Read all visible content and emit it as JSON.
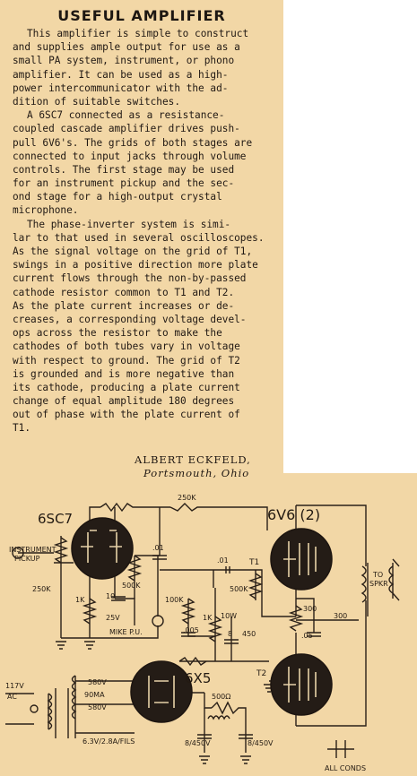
{
  "article": {
    "title": "USEFUL AMPLIFIER",
    "lines": [
      "This amplifier is simple to construct",
      "and supplies ample output for use as a",
      "small PA system, instrument, or phono",
      "amplifier. It can be used as a high-",
      "power intercommunicator with the ad-",
      "dition of suitable switches.",
      "A 6SC7 connected as a resistance-",
      "coupled cascade amplifier drives push-",
      "pull 6V6's. The grids of both stages are",
      "connected to input jacks through volume",
      "controls. The first stage may be used",
      "for an instrument pickup and the sec-",
      "ond stage for a high-output crystal",
      "microphone.",
      "The phase-inverter system is simi-",
      "lar to that used in several oscilloscopes.",
      "As the signal voltage on the grid of T1,",
      "swings in a positive direction more plate",
      "current flows through the non-by-passed",
      "cathode resistor common to T1 and T2.",
      "As the plate current increases or de-",
      "creases, a corresponding voltage devel-",
      "ops across the resistor to make the",
      "cathodes of both tubes vary in voltage",
      "with respect to ground. The grid of T2",
      "is grounded and is more negative than",
      "its cathode, producing a plate current",
      "change of equal amplitude 180 degrees",
      "out of phase with the plate current of",
      "T1."
    ],
    "author": "ALBERT ECKFELD,",
    "location": "Portsmouth, Ohio"
  },
  "schematic": {
    "tube_6sc7": "6SC7",
    "tube_6v6": "6V6 (2)",
    "tube_6x5": "6X5",
    "instrument_pickup_1": "INSTRUMENT",
    "instrument_pickup_2": "PICKUP",
    "r_250k_top": "250K",
    "r_250k_left": "250K",
    "r_1k_left": "1K",
    "r_10": "10",
    "c_25v": "25V",
    "r_500k_mid": "500K",
    "c_01_a": ".01",
    "c_01_b": ".01",
    "t1": "T1",
    "t2": "T2",
    "r_500k_right": "500K",
    "r_100k": "100K",
    "c_005": ".005",
    "r_1k_mid": "1K",
    "r_10w": "10W",
    "c_8_450": "8",
    "v_450": "450",
    "r_300": "300",
    "c_05": ".05",
    "r_300b": "300",
    "to_spkr_1": "TO",
    "to_spkr_2": "SPKR",
    "mike_pu": "MIKE P.U.",
    "v_580_a": "580V",
    "i_90ma": "90MA",
    "v_580_b": "580V",
    "v_117": "117V",
    "v_ac": "AC",
    "fils": "6.3V/2.8A/FILS",
    "r_500": "500Ω",
    "c_8_450v_a": "8/450V",
    "c_8_450v_b": "8/450V",
    "all_conds": "ALL CONDS"
  }
}
